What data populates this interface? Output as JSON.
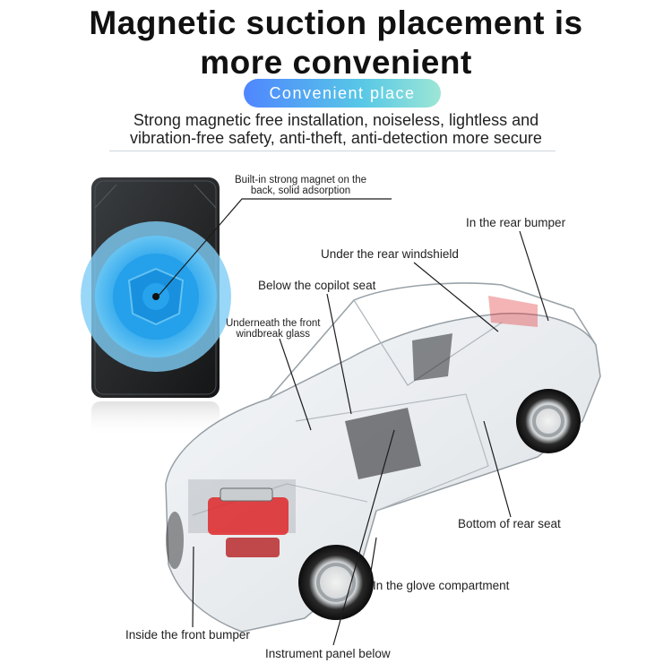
{
  "header": {
    "title_line1": "Magnetic suction placement is",
    "title_line2": "more convenient",
    "badge": "Convenient place",
    "subtitle_line1": "Strong magnetic free installation, noiseless, lightless and",
    "subtitle_line2": "vibration-free safety, anti-theft, anti-detection more secure"
  },
  "callouts": {
    "magnet_line1": "Built-in strong magnet on the",
    "magnet_line2": "back, solid adsorption",
    "rear_bumper": "In the rear bumper",
    "rear_windshield": "Under the rear windshield",
    "copilot_seat": "Below the copilot seat",
    "front_glass_line1": "Underneath the front",
    "front_glass_line2": "windbreak glass",
    "rear_seat": "Bottom of rear seat",
    "glove": "In the glove compartment",
    "front_bumper": "Inside the front bumper",
    "instrument_panel": "Instrument panel below"
  },
  "colors": {
    "badge_start": "#4f86ff",
    "badge_end": "#9de6d6",
    "ripple": "#1e9be8",
    "engine_red": "#e0282a"
  }
}
